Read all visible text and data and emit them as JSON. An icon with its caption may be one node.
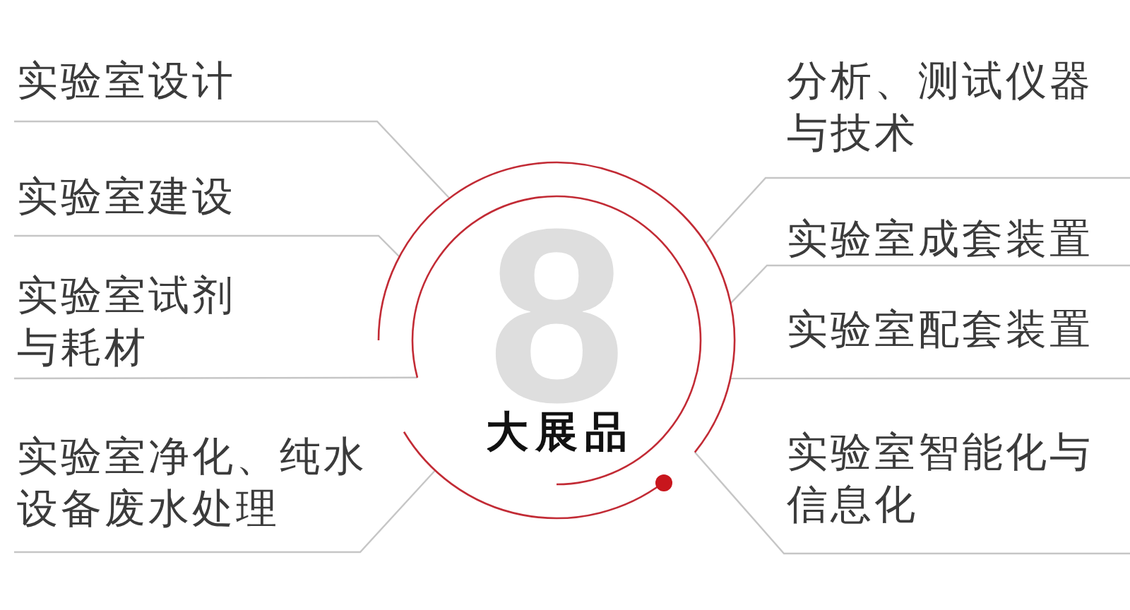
{
  "diagram": {
    "nodes": [
      {
        "text": [
          "8",
          "大展品"
        ]
      },
      {
        "text": [
          "实验室设计"
        ]
      },
      {
        "text": [
          "实验室建设"
        ]
      },
      {
        "text": [
          "实验室试剂与耗材"
        ]
      },
      {
        "text": [
          "实验室净化、纯水设备废水处理"
        ]
      },
      {
        "text": [
          "分析、测试仪器与技术"
        ]
      },
      {
        "text": [
          "实验室成套装置"
        ]
      },
      {
        "text": [
          "实验室配套装置"
        ]
      },
      {
        "text": [
          "实验室智能化与信息化"
        ]
      }
    ],
    "edges": [
      {
        "from": 1,
        "to": 0,
        "arrow": "none"
      },
      {
        "from": 2,
        "to": 0,
        "arrow": "none"
      },
      {
        "from": 3,
        "to": 0,
        "arrow": "none"
      },
      {
        "from": 4,
        "to": 0,
        "arrow": "none"
      },
      {
        "from": 5,
        "to": 0,
        "arrow": "none"
      },
      {
        "from": 6,
        "to": 0,
        "arrow": "none"
      },
      {
        "from": 7,
        "to": 0,
        "arrow": "none"
      },
      {
        "from": 8,
        "to": 0,
        "arrow": "none"
      }
    ]
  }
}
